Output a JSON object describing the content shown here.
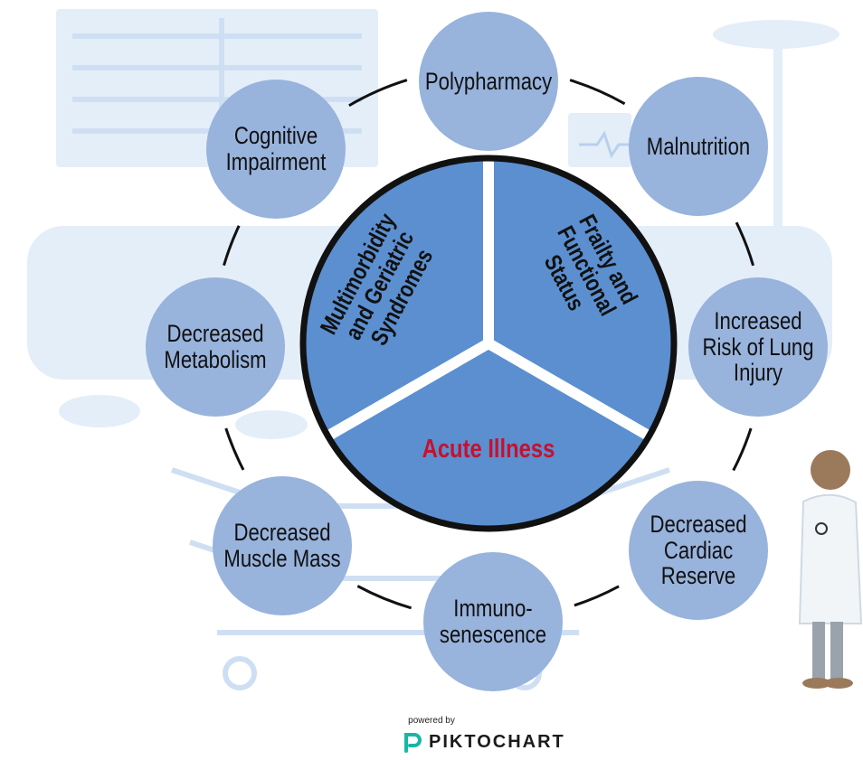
{
  "center": {
    "segments": [
      {
        "id": "multimorbidity",
        "label": "Multimorbidity\nand Geriatric\nSyndromes"
      },
      {
        "id": "frailty",
        "label": "Frailty and\nFunctional\nStatus"
      },
      {
        "id": "acute",
        "label": "Acute Illness"
      }
    ]
  },
  "nodes": [
    {
      "id": "polypharmacy",
      "label": "Polypharmacy"
    },
    {
      "id": "malnutrition",
      "label": "Malnutrition"
    },
    {
      "id": "lung-injury",
      "label": "Increased\nRisk of Lung\nInjury"
    },
    {
      "id": "cardiac-reserve",
      "label": "Decreased\nCardiac\nReserve"
    },
    {
      "id": "immunosenescence",
      "label": "Immuno-\nsenescence"
    },
    {
      "id": "muscle-mass",
      "label": "Decreased\nMuscle Mass"
    },
    {
      "id": "metabolism",
      "label": "Decreased\nMetabolism"
    },
    {
      "id": "cognitive",
      "label": "Cognitive\nImpairment"
    }
  ],
  "footer": {
    "powered_by": "powered by",
    "brand": "PIKTOCHART"
  },
  "colors": {
    "node_fill": "#98b3dc",
    "pie_fill": "#5b8fd0",
    "pie_dark": "#4f84c8",
    "outline": "#111111",
    "accent_red": "#c4122e",
    "background_art": "#e4eef9",
    "brand_teal": "#16b7a4"
  }
}
